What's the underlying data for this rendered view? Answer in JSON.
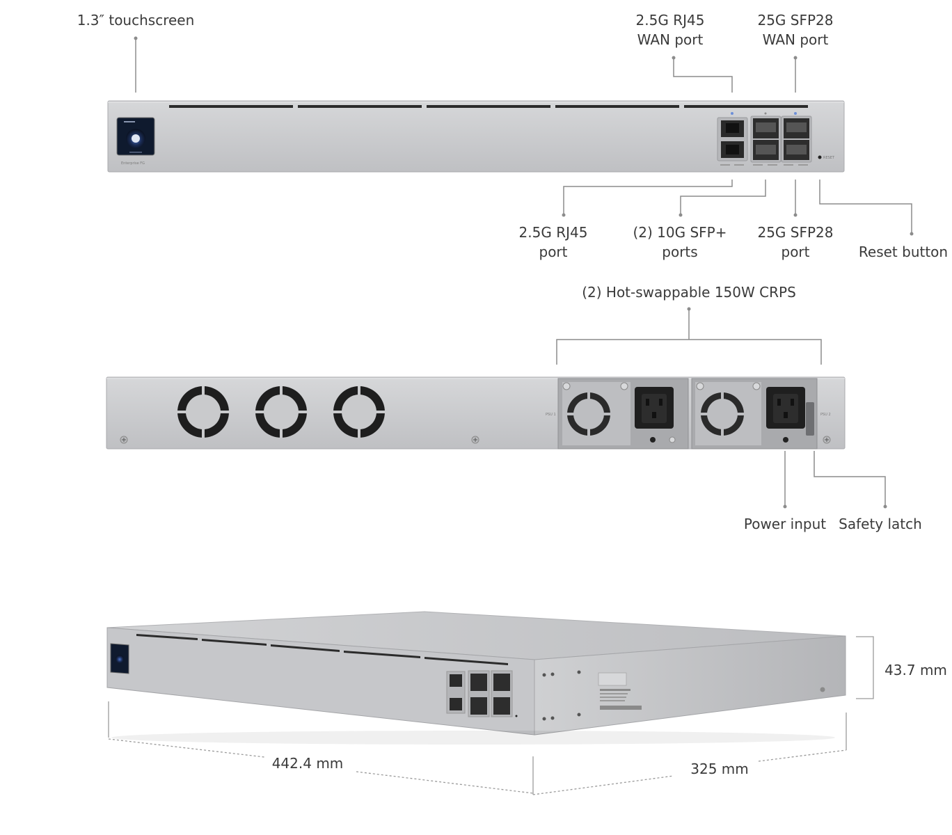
{
  "front_view": {
    "labels": {
      "touchscreen": "1.3″ touchscreen",
      "wan_rj45_line1": "2.5G RJ45",
      "wan_rj45_line2": "WAN port",
      "wan_sfp28_line1": "25G SFP28",
      "wan_sfp28_line2": "WAN port",
      "rj45_line1": "2.5G RJ45",
      "rj45_line2": "port",
      "sfp_plus_line1": "(2) 10G SFP+",
      "sfp_plus_line2": "ports",
      "sfp28_line1": "25G SFP28",
      "sfp28_line2": "port",
      "reset": "Reset button"
    },
    "device_text": {
      "brand_small": "Enterprise FG",
      "reset_small": "RESET"
    }
  },
  "rear_view": {
    "labels": {
      "psu": "(2) Hot-swappable 150W CRPS",
      "power_input": "Power input",
      "safety_latch": "Safety latch"
    },
    "device_text": {
      "psu1": "PSU 1",
      "psu2": "PSU 2"
    }
  },
  "dimensions": {
    "width": "442.4 mm",
    "depth": "325 mm",
    "height": "43.7 mm"
  },
  "colors": {
    "chassis": "#c9cacc",
    "chassis_edge": "#a9aaad",
    "vent": "#2b2b2b",
    "screen": "#0f1a2e",
    "callout": "#8c8c8c",
    "text": "#3a3a3a"
  }
}
